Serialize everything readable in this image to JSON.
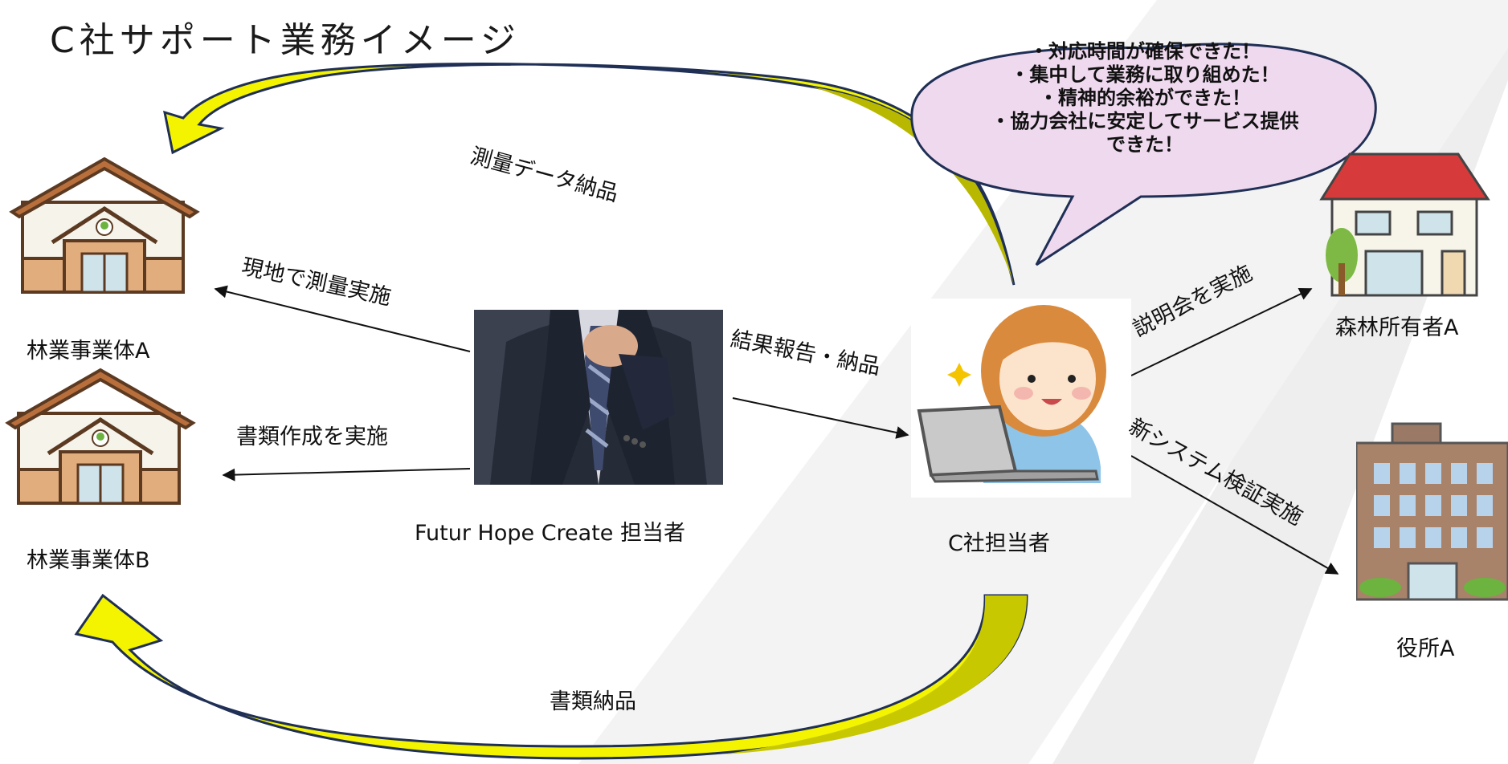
{
  "title": "C社サポート業務イメージ",
  "colors": {
    "flow_arrow_fill": "#F4F400",
    "flow_arrow_shade": "#B8B800",
    "flow_arrow_outline": "#1F2F55",
    "bubble_fill": "#EFD9EF",
    "bubble_outline": "#1F2F55",
    "background_band": "#F0F0F0"
  },
  "bubble": {
    "lines": [
      "・対応時間が確保できた！",
      "・集中して業務に取り組めた！",
      "・精神的余裕ができた！",
      "・協力会社に安定してサービス提供",
      "できた！"
    ]
  },
  "nodes": {
    "entity_a": "林業事業体A",
    "entity_b": "林業事業体B",
    "futur_staff": "Futur Hope Create 担当者",
    "c_staff": "C社担当者",
    "forest_owner": "森林所有者A",
    "office": "役所A"
  },
  "edges": {
    "survey_delivery": "測量データ納品",
    "field_survey": "現地で測量実施",
    "documents_prepared": "書類作成を実施",
    "result_report": "結果報告・納品",
    "briefing": "説明会を実施",
    "system_verification": "新システム検証実施",
    "document_delivery": "書類納品"
  },
  "icons": {
    "entity_a": "house-icon",
    "entity_b": "house-icon",
    "forest_owner": "red-roof-house-icon",
    "office": "office-building-icon",
    "futur_staff": "businessman-photo",
    "c_staff": "woman-with-laptop-illustration"
  }
}
